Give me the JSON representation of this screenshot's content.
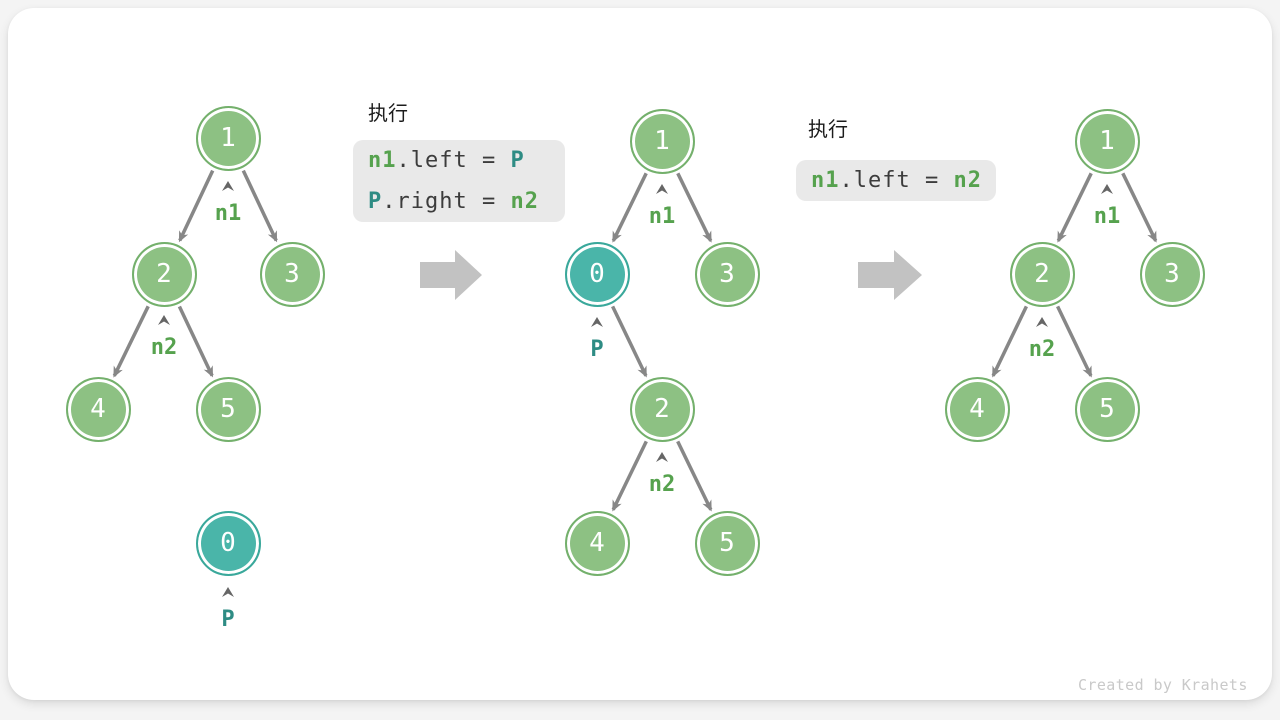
{
  "credit": "Created by Krahets",
  "colors": {
    "node_green_fill": "#8dc183",
    "node_green_border": "#74b06c",
    "node_teal_fill": "#4ab5a9",
    "node_teal_border": "#3aa89b",
    "label_green": "#56a24e",
    "label_teal": "#2e8c84",
    "edge_gray": "#878787",
    "caret_gray": "#666666",
    "flow_arrow_gray": "#c2c2c2",
    "code_bg": "#e9e9e9",
    "card_bg": "#ffffff",
    "page_bg": "#f4f4f4"
  },
  "panels": [
    {
      "exec_label": "执行",
      "code_lines": [
        {
          "var1": "n1",
          "mid": ".left = ",
          "var2": "P"
        },
        {
          "var1": "P",
          "mid": ".right = ",
          "var2": "n2"
        }
      ]
    },
    {
      "exec_label": "执行",
      "code_lines": [
        {
          "var1": "n1",
          "mid": ".left = ",
          "var2": "n2"
        }
      ]
    }
  ],
  "trees": [
    {
      "name": "before-insertion",
      "nodes": [
        {
          "value": "1"
        },
        {
          "value": "2"
        },
        {
          "value": "3"
        },
        {
          "value": "4"
        },
        {
          "value": "5"
        },
        {
          "value": "0"
        }
      ],
      "labels": [
        {
          "text": "n1"
        },
        {
          "text": "n2"
        },
        {
          "text": "P"
        }
      ]
    },
    {
      "name": "after-insertion",
      "nodes": [
        {
          "value": "1"
        },
        {
          "value": "0"
        },
        {
          "value": "3"
        },
        {
          "value": "2"
        },
        {
          "value": "4"
        },
        {
          "value": "5"
        }
      ],
      "labels": [
        {
          "text": "n1"
        },
        {
          "text": "P"
        },
        {
          "text": "n2"
        }
      ]
    },
    {
      "name": "after-removal",
      "nodes": [
        {
          "value": "1"
        },
        {
          "value": "2"
        },
        {
          "value": "3"
        },
        {
          "value": "4"
        },
        {
          "value": "5"
        }
      ],
      "labels": [
        {
          "text": "n1"
        },
        {
          "text": "n2"
        }
      ]
    }
  ]
}
